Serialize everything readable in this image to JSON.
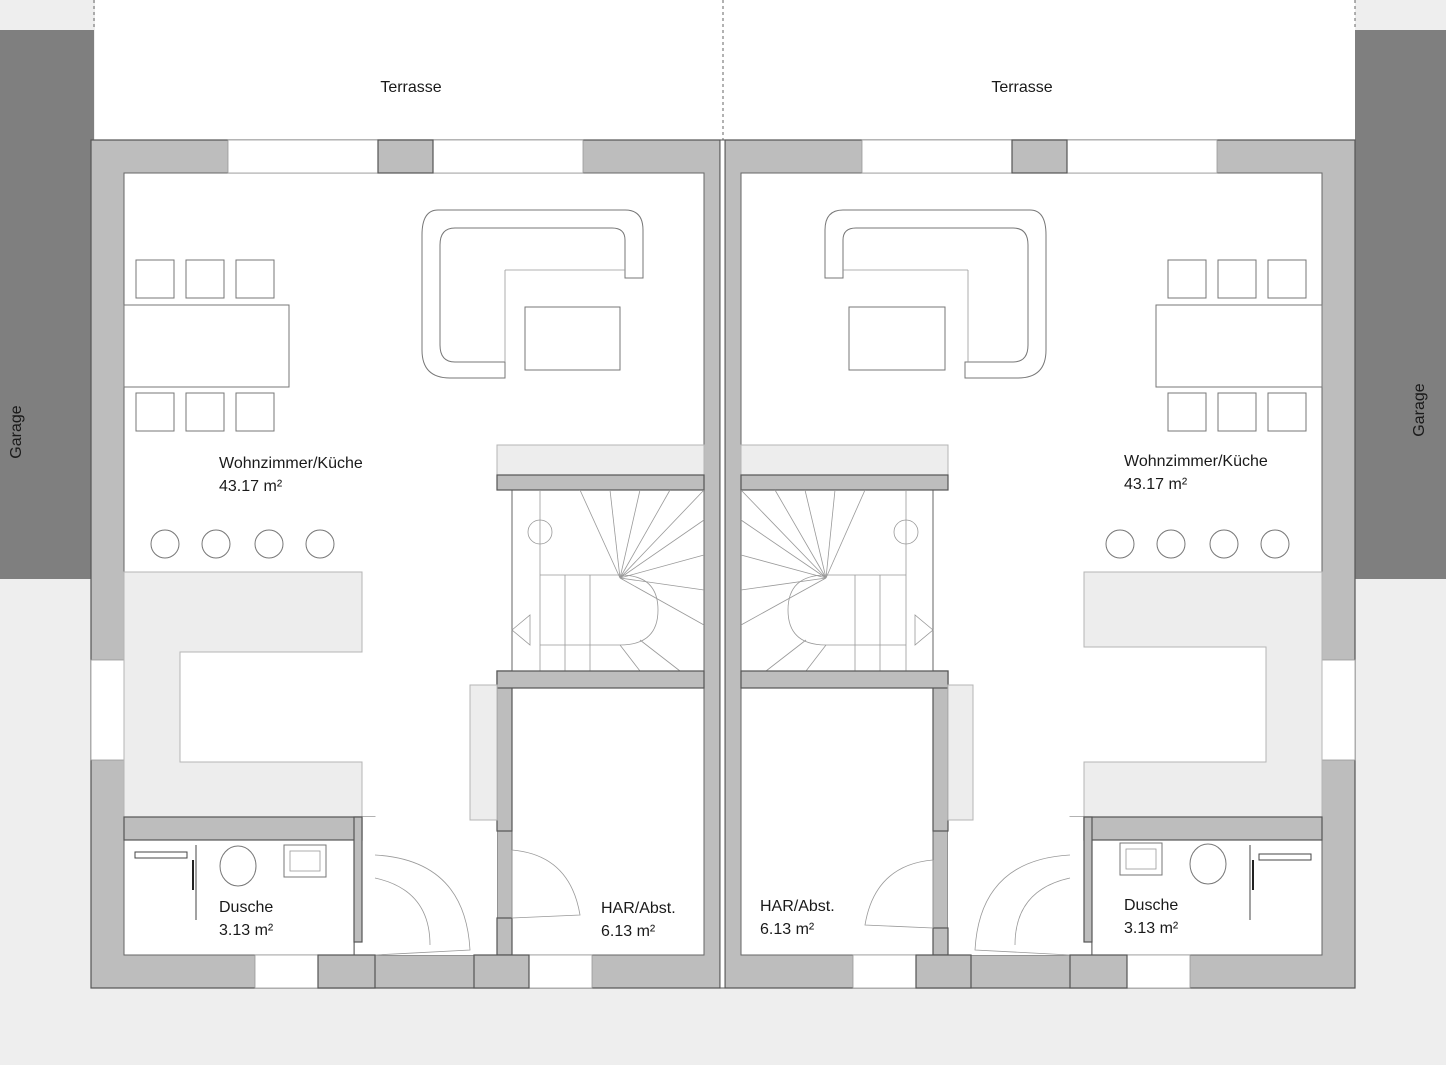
{
  "labels": {
    "terrace_left": "Terrasse",
    "terrace_right": "Terrasse",
    "garage_left": "Garage",
    "garage_right": "Garage",
    "living_name_left": "Wohnzimmer/Küche",
    "living_area_left": "43.17 m²",
    "living_name_right": "Wohnzimmer/Küche",
    "living_area_right": "43.17 m²",
    "shower_name_left": "Dusche",
    "shower_area_left": "3.13 m²",
    "shower_name_right": "Dusche",
    "shower_area_right": "3.13 m²",
    "storage_name_left": "HAR/Abst.",
    "storage_area_left": "6.13 m²",
    "storage_name_right": "HAR/Abst.",
    "storage_area_right": "6.13 m²"
  },
  "colors": {
    "background": "#eeeeee",
    "floor": "#ffffff",
    "wall": "#bdbdbd",
    "wall_outline": "#555555",
    "garage": "#7f7f7f",
    "counter": "#ededed",
    "fixture_line": "#777777"
  }
}
